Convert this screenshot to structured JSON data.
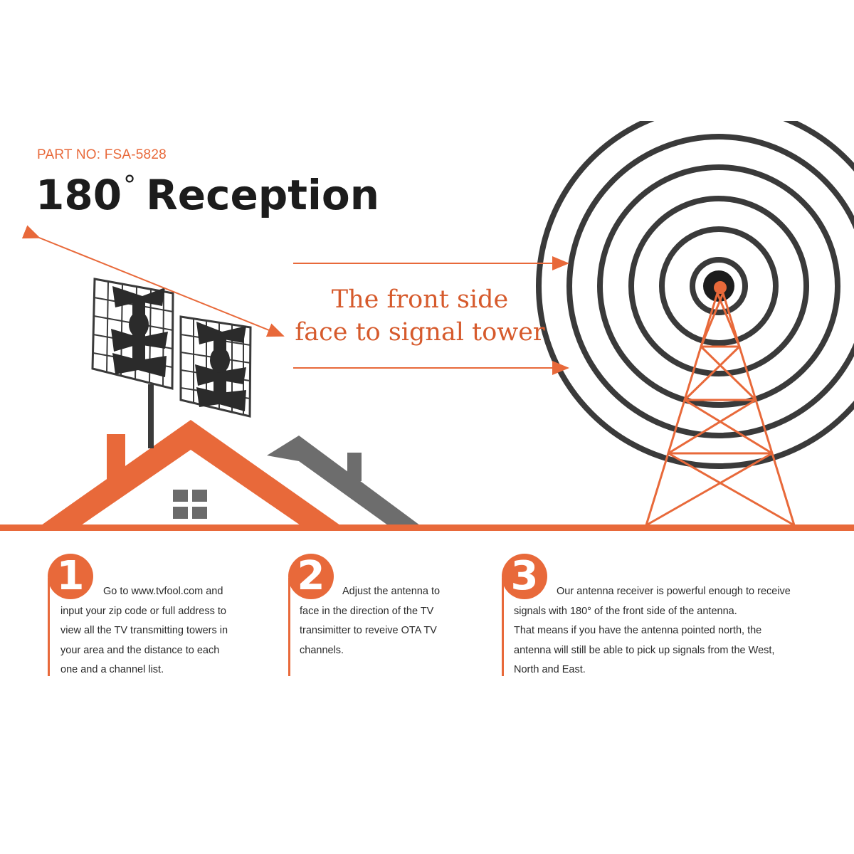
{
  "header": {
    "part_no": "PART NO: FSA-5828",
    "title_number": "180",
    "title_degree": "°",
    "title_word": "Reception"
  },
  "tagline": {
    "line1": "The front side",
    "line2": "face to signal tower"
  },
  "colors": {
    "accent": "#e8693a",
    "dark": "#3a3a3a",
    "gray_roof": "#6d6d6d",
    "text": "#1c1c1c"
  },
  "steps": [
    {
      "number": "1",
      "lines": [
        "Go to www.tvfool.com and",
        "input your zip code or full address to",
        "view all the TV transmitting towers in",
        "your area and the distance to each",
        "one and a channel list."
      ]
    },
    {
      "number": "2",
      "lines": [
        "Adjust the antenna to",
        "face in the direction of the TV",
        "transimitter to reveive OTA TV",
        "channels."
      ]
    },
    {
      "number": "3",
      "lines": [
        "Our antenna receiver is powerful enough to receive",
        "signals with 180° of the front side of the antenna.",
        "That means if you have the antenna pointed north, the",
        "antenna will still be able to pick up signals from the West,",
        "North and East."
      ]
    }
  ]
}
